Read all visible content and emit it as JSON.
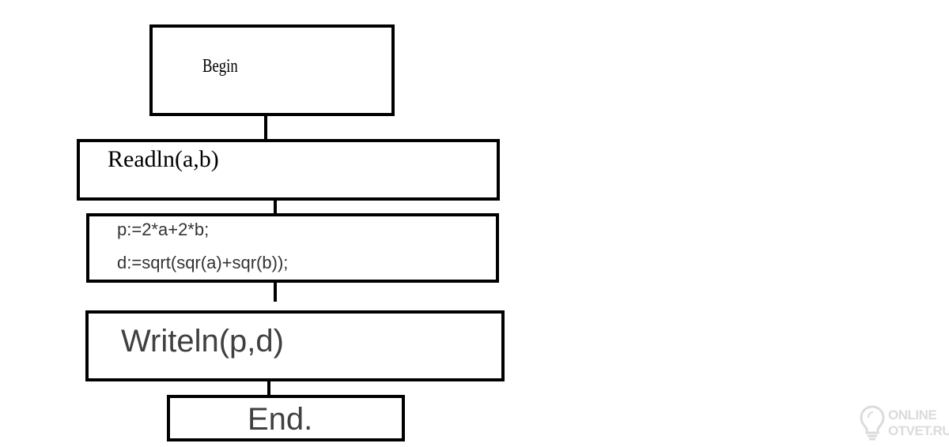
{
  "flowchart": {
    "begin": "Begin",
    "read": "Readln(a,b)",
    "calc_line1": "p:=2*a+2*b;",
    "calc_line2": "d:=sqrt(sqr(a)+sqr(b));",
    "write": "Writeln(p,d)",
    "end": "End."
  },
  "watermark": {
    "line1": "ONLINE",
    "line2": "OTVET.RU",
    "icon": "lightbulb-icon"
  }
}
